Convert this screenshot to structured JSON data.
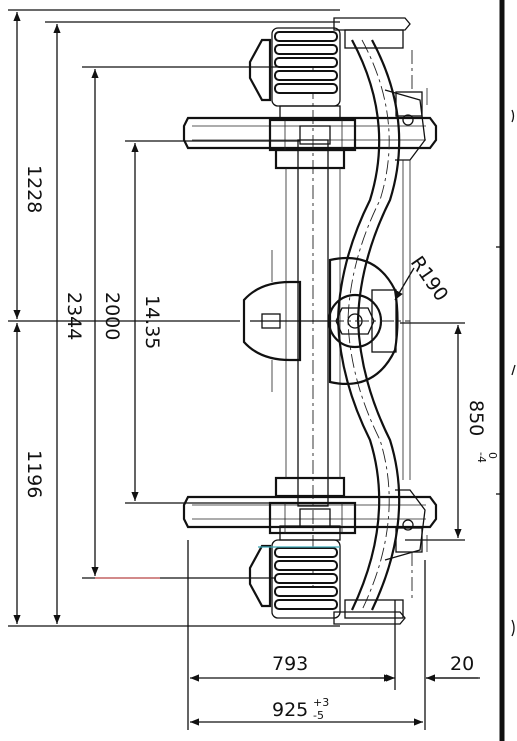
{
  "dimensions": {
    "d1228": "1228",
    "d1196": "1196",
    "d2344": "2344",
    "d2000": "2000",
    "d1435": "14.35",
    "r190": "R190",
    "d850": "850",
    "d850_tol_top": "0",
    "d850_tol_bottom": "-4",
    "d793": "793",
    "d20": "20",
    "d925": "925",
    "d925_tol_top": "+3",
    "d925_tol_bottom": "-5"
  },
  "colors": {
    "ink": "#111111",
    "paper": "#ffffff",
    "accent_line": "#e05050",
    "accent_cyan": "#3fa9b8"
  }
}
